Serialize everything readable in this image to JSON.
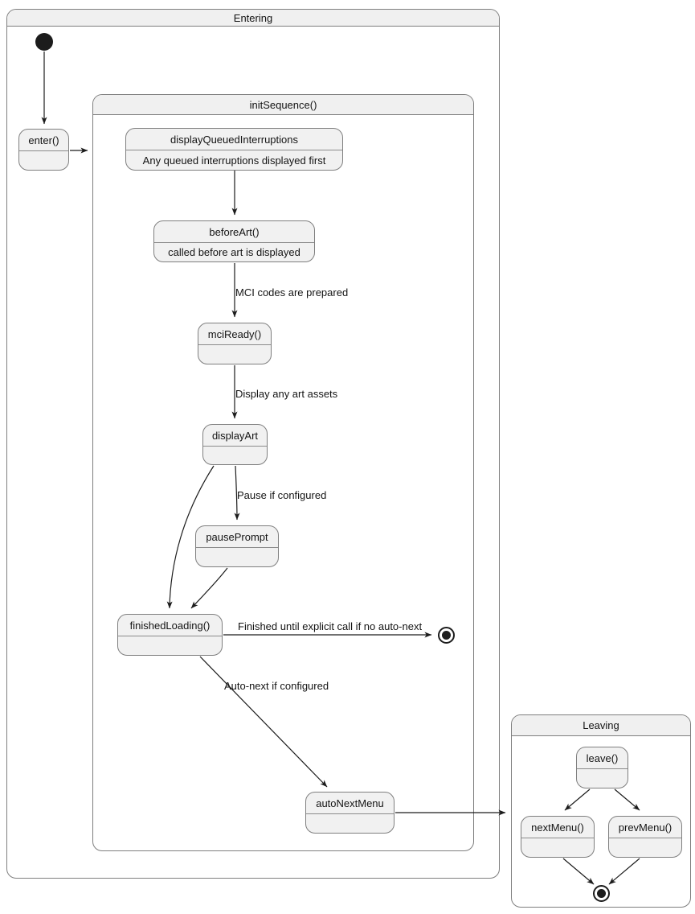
{
  "diagram_type": "uml-state-diagram",
  "colors": {
    "state_fill": "#f1f1f1",
    "state_border": "#7f7f7f",
    "container_header_fill": "#f0f0f0",
    "line_color": "#1c1c1c",
    "text_color": "#141414",
    "background": "#ffffff"
  },
  "entering": {
    "title": "Entering",
    "states": {
      "enter": {
        "label": "enter()"
      }
    },
    "nodes": {
      "initial": "initial-state",
      "final": "final-state"
    }
  },
  "init_sequence": {
    "title": "initSequence()",
    "states": {
      "display_queued_interruptions": {
        "label": "displayQueuedInterruptions",
        "description": "Any queued interruptions displayed first"
      },
      "before_art": {
        "label": "beforeArt()",
        "description": "called before art is displayed"
      },
      "mci_ready": {
        "label": "mciReady()"
      },
      "display_art": {
        "label": "displayArt"
      },
      "pause_prompt": {
        "label": "pausePrompt"
      },
      "finished_loading": {
        "label": "finishedLoading()"
      },
      "auto_next_menu": {
        "label": "autoNextMenu"
      }
    },
    "edge_labels": {
      "mci_prepared": "MCI codes are prepared",
      "display_assets": "Display any art assets",
      "pause_if_configured": "Pause if configured",
      "finished_no_autonext": "Finished until explicit call if no auto-next",
      "auto_next_if_configured": "Auto-next if configured"
    }
  },
  "leaving": {
    "title": "Leaving",
    "states": {
      "leave": {
        "label": "leave()"
      },
      "next_menu": {
        "label": "nextMenu()"
      },
      "prev_menu": {
        "label": "prevMenu()"
      }
    }
  }
}
